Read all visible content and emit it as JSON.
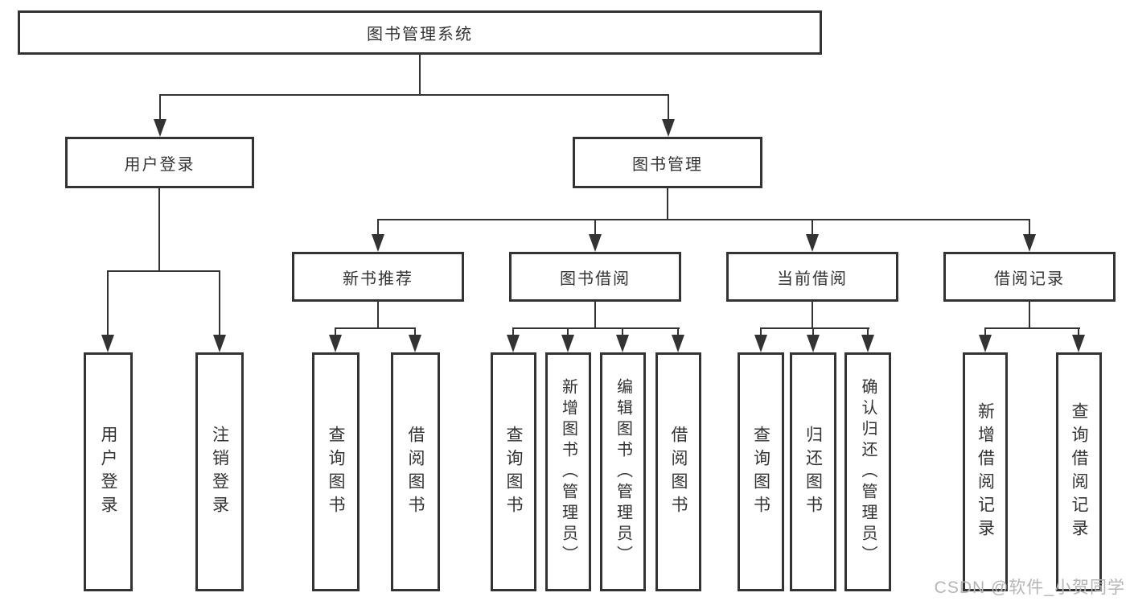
{
  "hierarchy": {
    "root": {
      "label": "图书管理系统",
      "children": [
        {
          "label": "用户登录",
          "children": [
            {
              "label": "用户登录"
            },
            {
              "label": "注销登录"
            }
          ]
        },
        {
          "label": "图书管理",
          "children": [
            {
              "label": "新书推荐",
              "children": [
                {
                  "label": "查询图书"
                },
                {
                  "label": "借阅图书"
                }
              ]
            },
            {
              "label": "图书借阅",
              "children": [
                {
                  "label": "查询图书"
                },
                {
                  "label": "新增图书（管理员）"
                },
                {
                  "label": "编辑图书（管理员）"
                },
                {
                  "label": "借阅图书"
                }
              ]
            },
            {
              "label": "当前借阅",
              "children": [
                {
                  "label": "查询图书"
                },
                {
                  "label": "归还图书"
                },
                {
                  "label": "确认归还（管理员）"
                }
              ]
            },
            {
              "label": "借阅记录",
              "children": [
                {
                  "label": "新增借阅记录"
                },
                {
                  "label": "查询借阅记录"
                }
              ]
            }
          ]
        }
      ]
    }
  },
  "watermark": {
    "text": "CSDN @软件_小贺同学"
  },
  "colors": {
    "line": "#333333",
    "box_border": "#333333",
    "text": "#333333",
    "background": "#ffffff",
    "watermark": "#b5b5b5"
  }
}
